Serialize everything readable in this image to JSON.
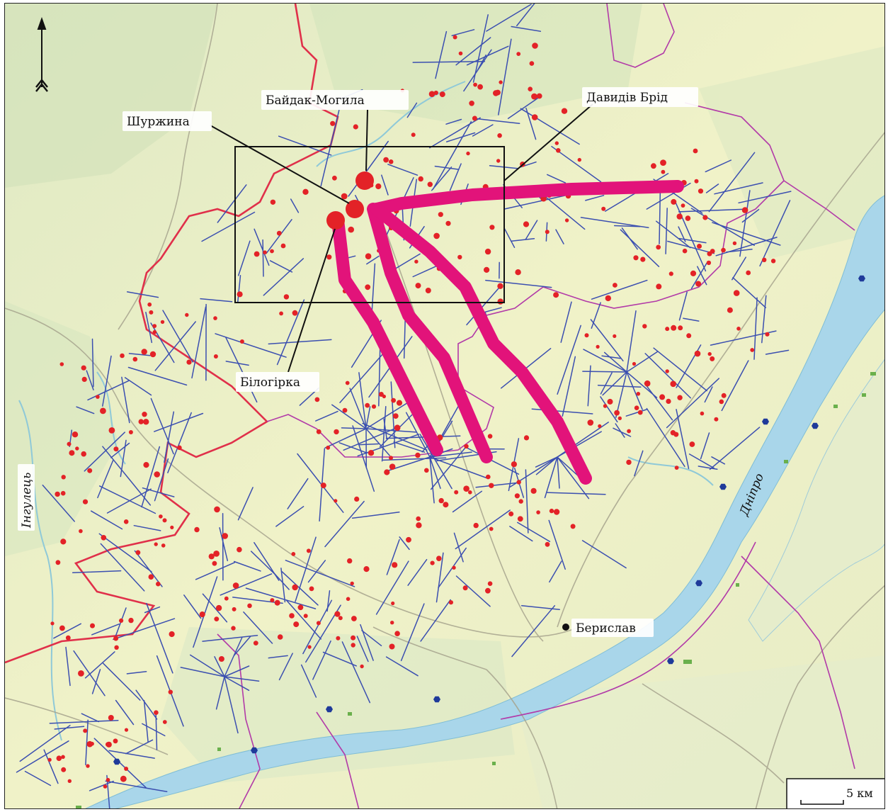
{
  "labels": {
    "baidak": "Байдак-Могила",
    "davydiv": "Давидів Брід",
    "shurzhyna": "Шуржина",
    "bilohirka": "Білогірка",
    "beryslav": "Берислав"
  },
  "rivers": {
    "inhulets": "Інгулець",
    "dnipro": "Дніпро"
  },
  "scale": {
    "label": "5 км"
  },
  "colors": {
    "land": "#eef0c4",
    "water": "#a9d6ea",
    "route": "#e2137a",
    "site": "#e32227",
    "line": "#3b4fb0",
    "boundary_red": "#e0304a",
    "boundary_purple": "#b23aa8",
    "marker_blue": "#1f3a9a",
    "marker_green": "#6ab04c"
  },
  "icons": [
    "north-arrow-icon",
    "settlement-dot-icon",
    "hexagon-marker-icon"
  ]
}
